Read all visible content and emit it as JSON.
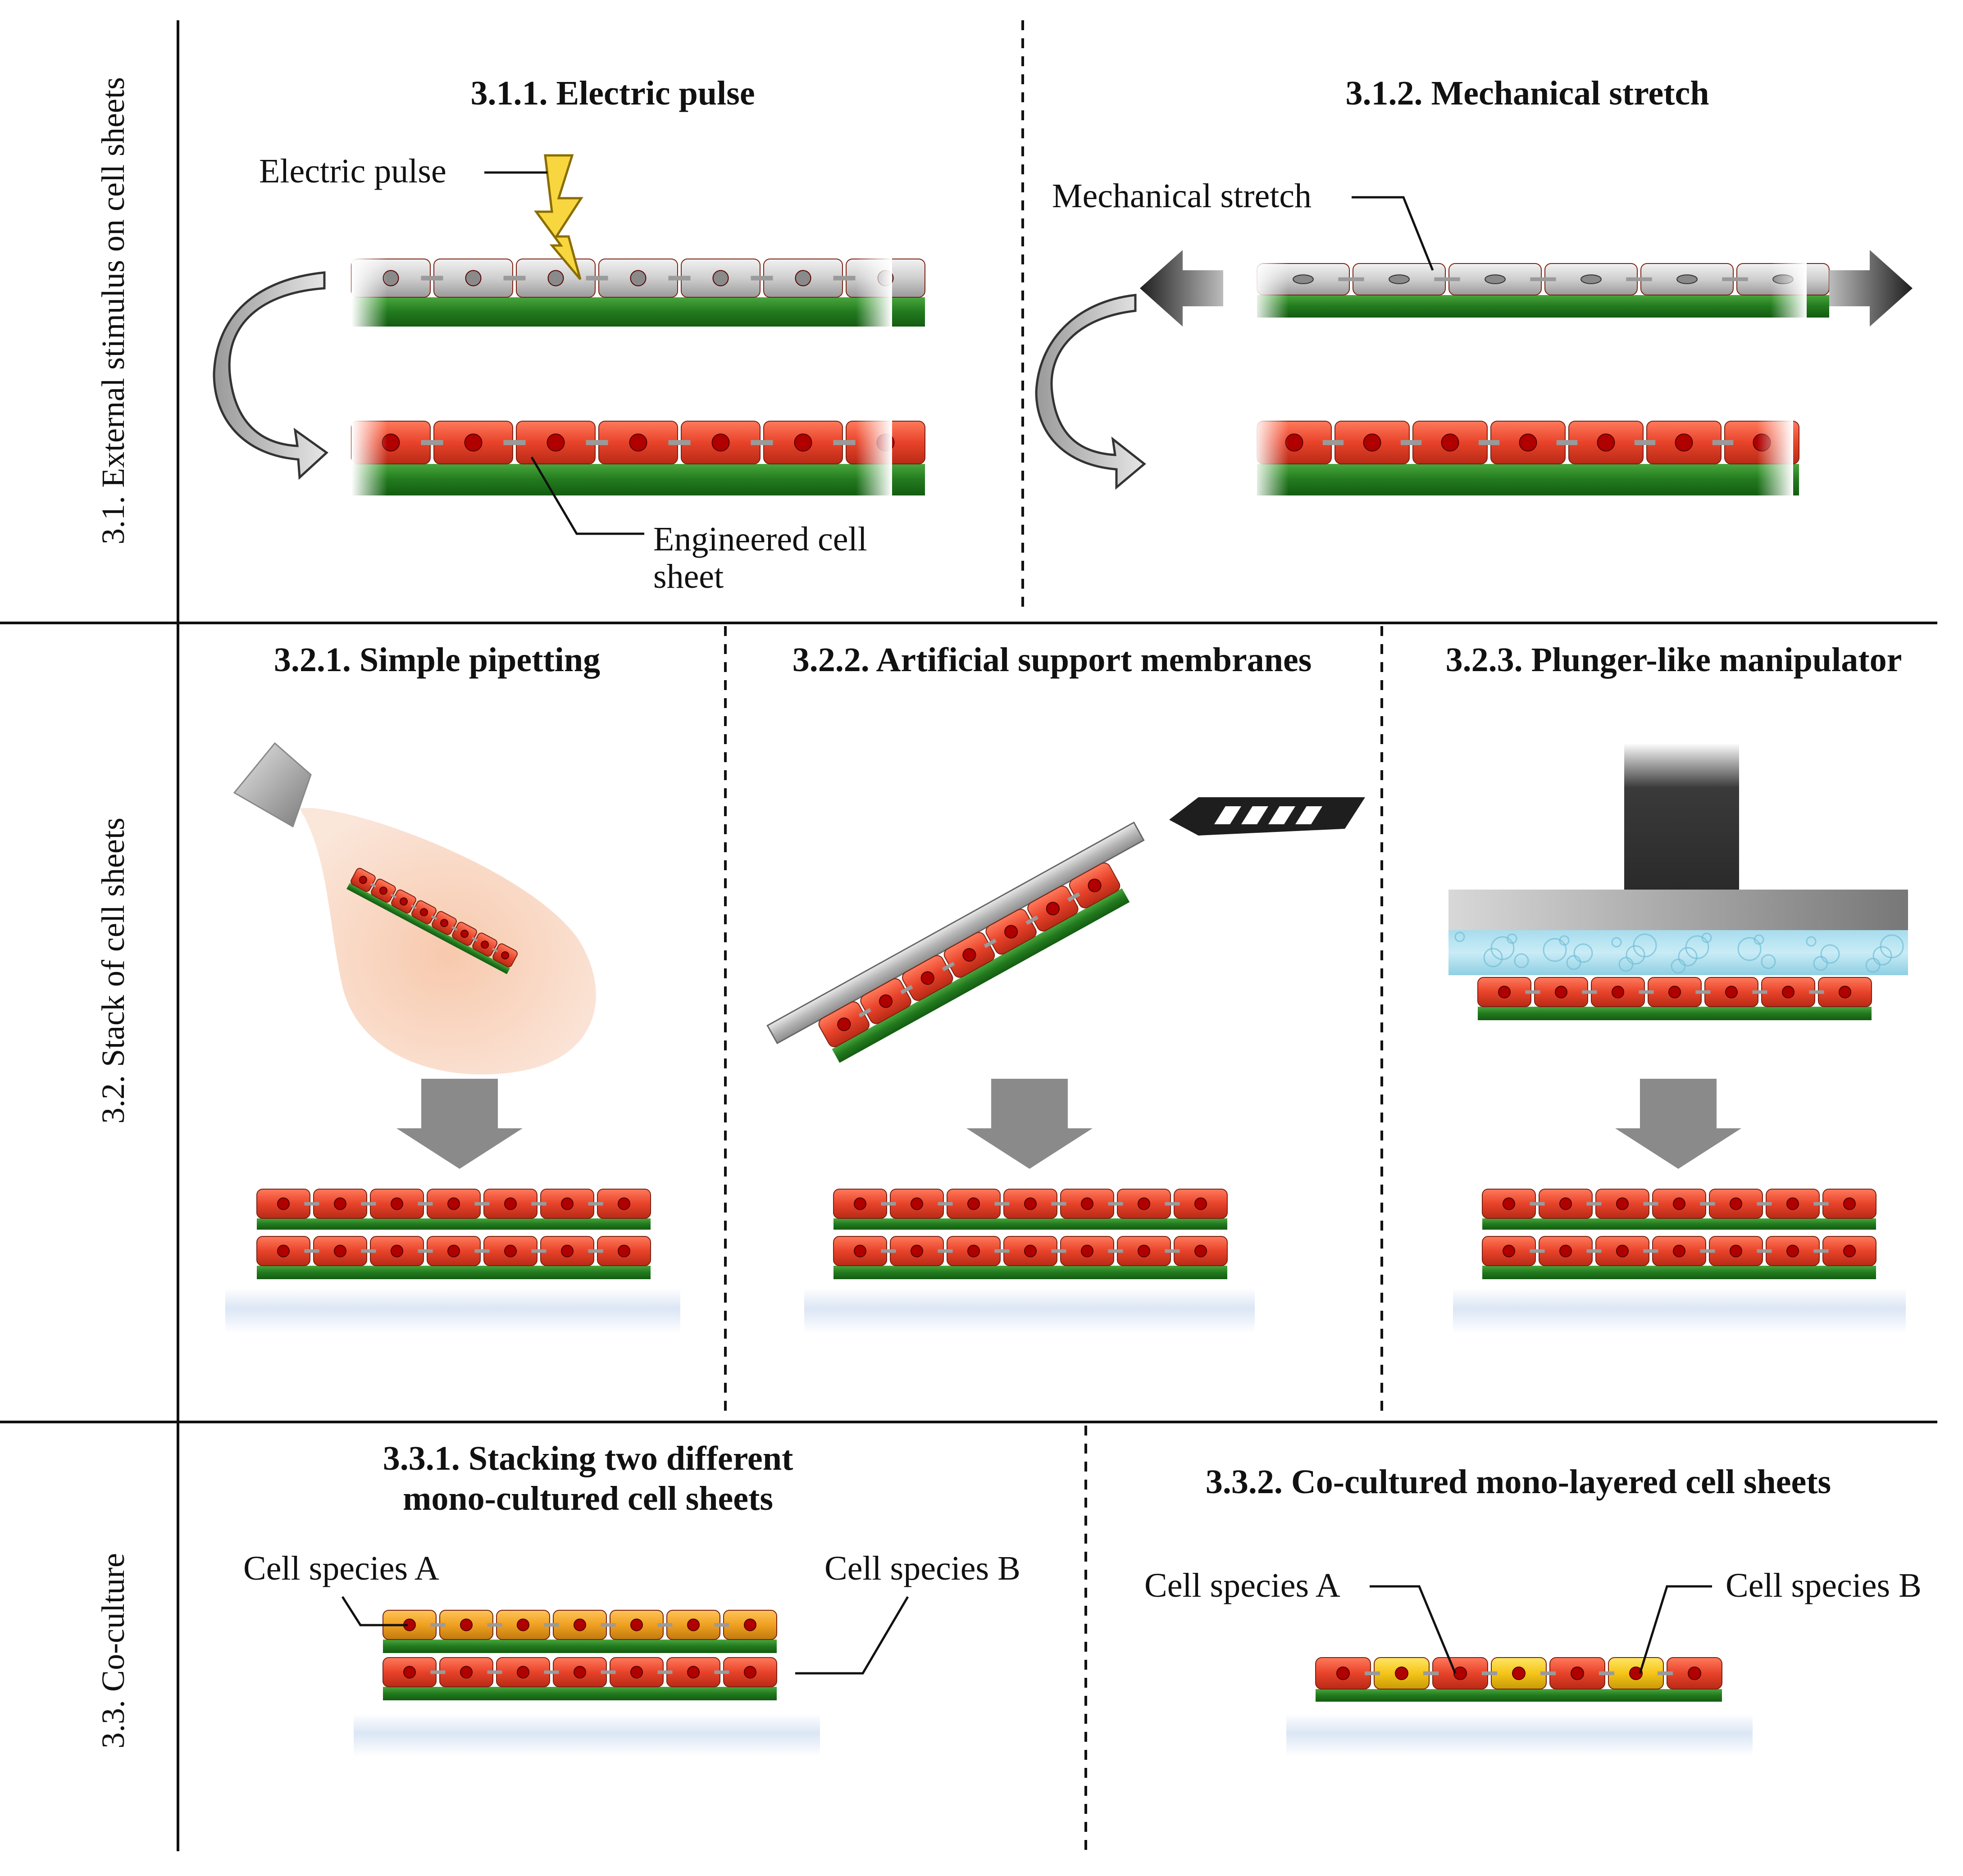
{
  "rows": {
    "r1": "3.1. External stimulus on cell sheets",
    "r2": "3.2. Stack of cell sheets",
    "r3": "3.3. Co-culture"
  },
  "panels": {
    "p311": {
      "title": "3.1.1. Electric pulse",
      "stimulus_label": "Electric pulse",
      "result_label_line1": "Engineered cell",
      "result_label_line2": "sheet"
    },
    "p312": {
      "title": "3.1.2. Mechanical stretch",
      "stimulus_label": "Mechanical stretch"
    },
    "p321": {
      "title": "3.2.1. Simple pipetting"
    },
    "p322": {
      "title": "3.2.2. Artificial support membranes"
    },
    "p323": {
      "title": "3.2.3. Plunger-like manipulator"
    },
    "p331": {
      "title_line1": "3.3.1. Stacking two different",
      "title_line2": "mono-cultured cell sheets",
      "label_a": "Cell species A",
      "label_b": "Cell species B"
    },
    "p332": {
      "title": "3.3.2. Co-cultured mono-layered cell sheets",
      "label_a": "Cell species A",
      "label_b": "Cell species B"
    }
  },
  "colors": {
    "cell_red": "#e8432a",
    "cell_grey": "#c8c8c8",
    "cell_orange": "#f0a020",
    "cell_yellow": "#f5c518",
    "nucleus": "#b00000",
    "ecm_green": "#2f8a2a",
    "dish_blue": "#dbe6f5"
  }
}
